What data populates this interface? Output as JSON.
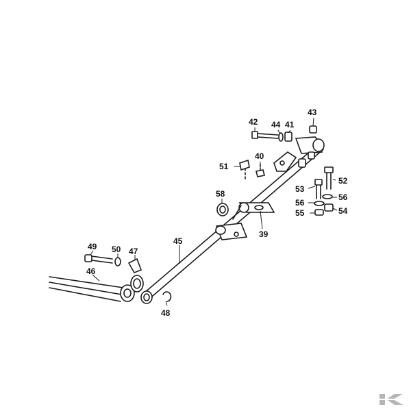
{
  "parts": [
    {
      "number": "42"
    },
    {
      "number": "44"
    },
    {
      "number": "41"
    },
    {
      "number": "43"
    },
    {
      "number": "40"
    },
    {
      "number": "51"
    },
    {
      "number": "52"
    },
    {
      "number": "53"
    },
    {
      "number": "56"
    },
    {
      "number": "56"
    },
    {
      "number": "55"
    },
    {
      "number": "54"
    },
    {
      "number": "58"
    },
    {
      "number": "39"
    },
    {
      "number": "45"
    },
    {
      "number": "49"
    },
    {
      "number": "50"
    },
    {
      "number": "47"
    },
    {
      "number": "46"
    },
    {
      "number": "48"
    }
  ],
  "logo": {
    "icon": "k-brand-logo-icon",
    "color": "#b5b5b5"
  }
}
